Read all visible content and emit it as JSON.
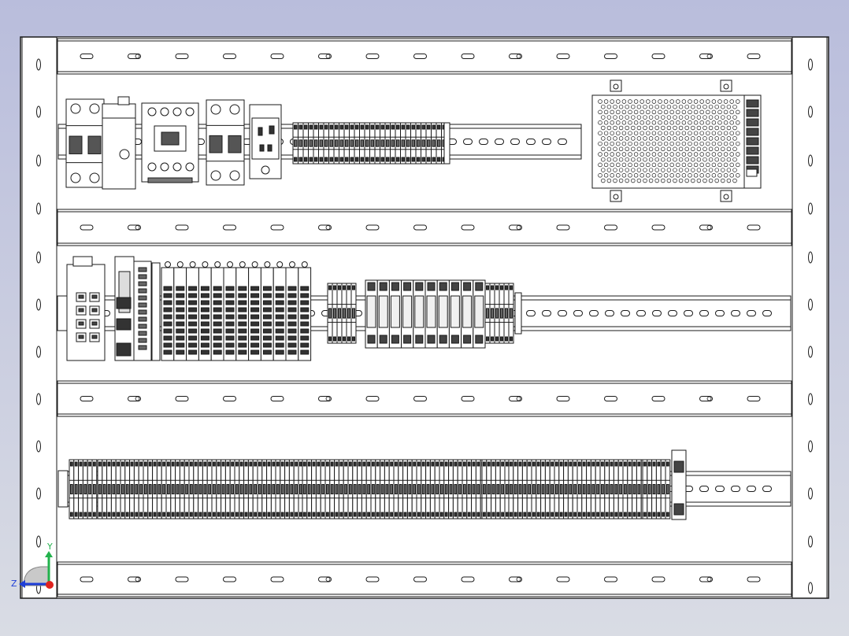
{
  "viewport": {
    "background_top": "#b9bddc",
    "background_bottom": "#d9dce4",
    "line_color": "#1a1a1a",
    "panel_fill": "#ffffff"
  },
  "triad": {
    "y_label": "Y",
    "z_label": "Z",
    "y_color": "#22b24c",
    "z_color": "#1f3fd8",
    "x_color": "#e0231f"
  },
  "panel": {
    "rails": [
      {
        "components": [
          "circuit-breaker",
          "ac-contactor",
          "circuit-breaker",
          "power-socket",
          "terminal-block-group",
          "power-supply"
        ]
      },
      {
        "components": [
          "ethernet-switch",
          "plc-cpu",
          "io-module-group",
          "terminal-block-group",
          "relay-group",
          "terminal-block-group"
        ]
      },
      {
        "components": [
          "terminal-block-group",
          "end-stop"
        ]
      }
    ]
  }
}
